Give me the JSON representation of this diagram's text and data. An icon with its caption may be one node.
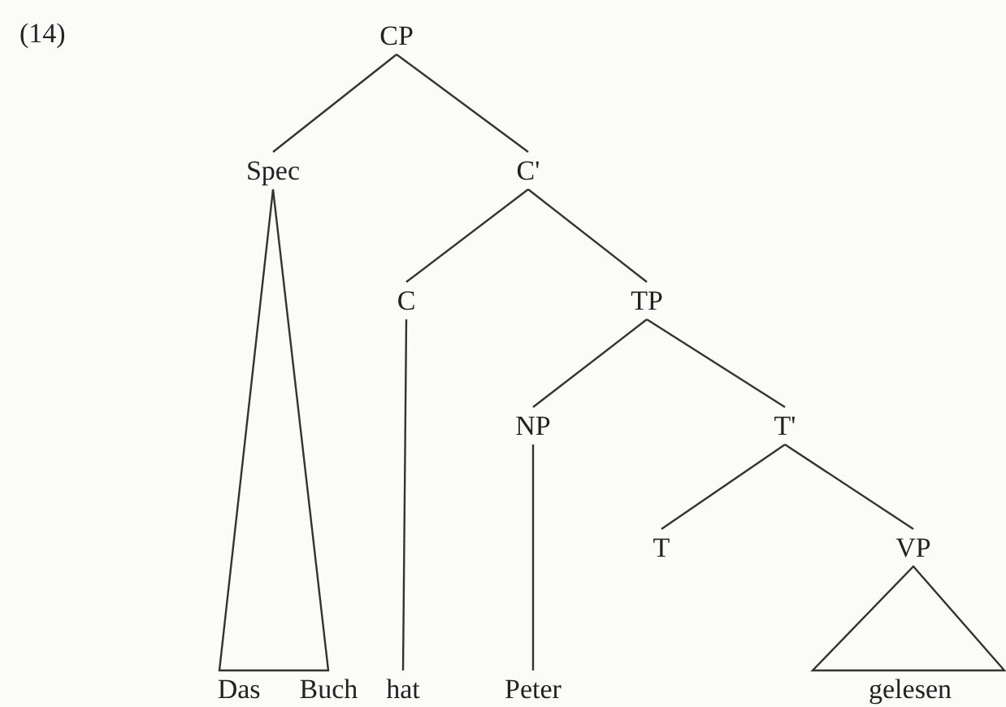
{
  "diagram": {
    "nodes": [
      {
        "text": [
          "CP"
        ]
      },
      {
        "text": [
          "Spec"
        ]
      },
      {
        "text": [
          "C'"
        ]
      },
      {
        "text": [
          "C"
        ]
      },
      {
        "text": [
          "TP"
        ]
      },
      {
        "text": [
          "NP"
        ]
      },
      {
        "text": [
          "T'"
        ]
      },
      {
        "text": [
          "T"
        ]
      },
      {
        "text": [
          "VP"
        ]
      },
      {
        "text": [
          "Das",
          "Buch"
        ]
      },
      {
        "text": [
          "hat"
        ]
      },
      {
        "text": [
          "Peter"
        ]
      },
      {
        "text": [
          "gelesen"
        ]
      }
    ],
    "edges": [
      {
        "from": 0,
        "to": 1,
        "arrow": "none"
      },
      {
        "from": 0,
        "to": 2,
        "arrow": "none"
      },
      {
        "from": 1,
        "to": 9,
        "arrow": "none"
      },
      {
        "from": 2,
        "to": 3,
        "arrow": "none"
      },
      {
        "from": 2,
        "to": 4,
        "arrow": "none"
      },
      {
        "from": 3,
        "to": 10,
        "arrow": "none"
      },
      {
        "from": 4,
        "to": 5,
        "arrow": "none"
      },
      {
        "from": 4,
        "to": 6,
        "arrow": "none"
      },
      {
        "from": 5,
        "to": 11,
        "arrow": "none"
      },
      {
        "from": 6,
        "to": 7,
        "arrow": "none"
      },
      {
        "from": 6,
        "to": 8,
        "arrow": "none"
      },
      {
        "from": 8,
        "to": 12,
        "arrow": "none"
      }
    ],
    "labels": [
      "(14)"
    ]
  }
}
